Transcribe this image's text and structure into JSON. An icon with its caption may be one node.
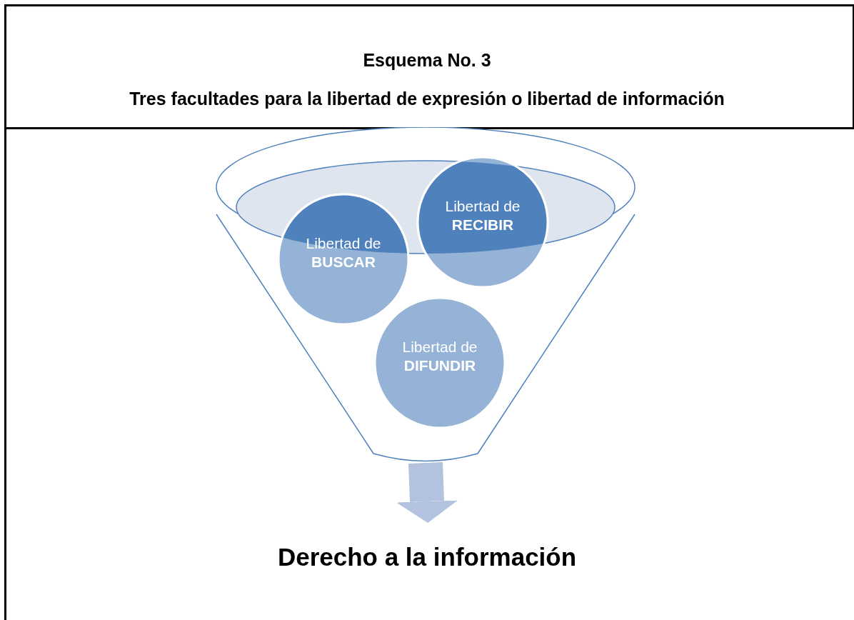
{
  "diagram": {
    "title": "Esquema No. 3",
    "nodes": [
      {
        "text": [],
        "shape": "funnel"
      },
      {
        "text": [
          "Libertad de **BUSCAR**"
        ],
        "in": 0
      },
      {
        "text": [
          "Libertad de **RECIBIR**"
        ],
        "in": 0
      },
      {
        "text": [
          "Libertad de **DIFUNDIR**"
        ],
        "in": 0
      },
      {
        "text": [
          "Derecho a la información"
        ]
      }
    ],
    "edges": [
      {
        "from": 0,
        "to": 4,
        "arrow": "to"
      }
    ],
    "labels": [
      "Tres facultades para la libertad de expresión o libertad de información"
    ]
  }
}
